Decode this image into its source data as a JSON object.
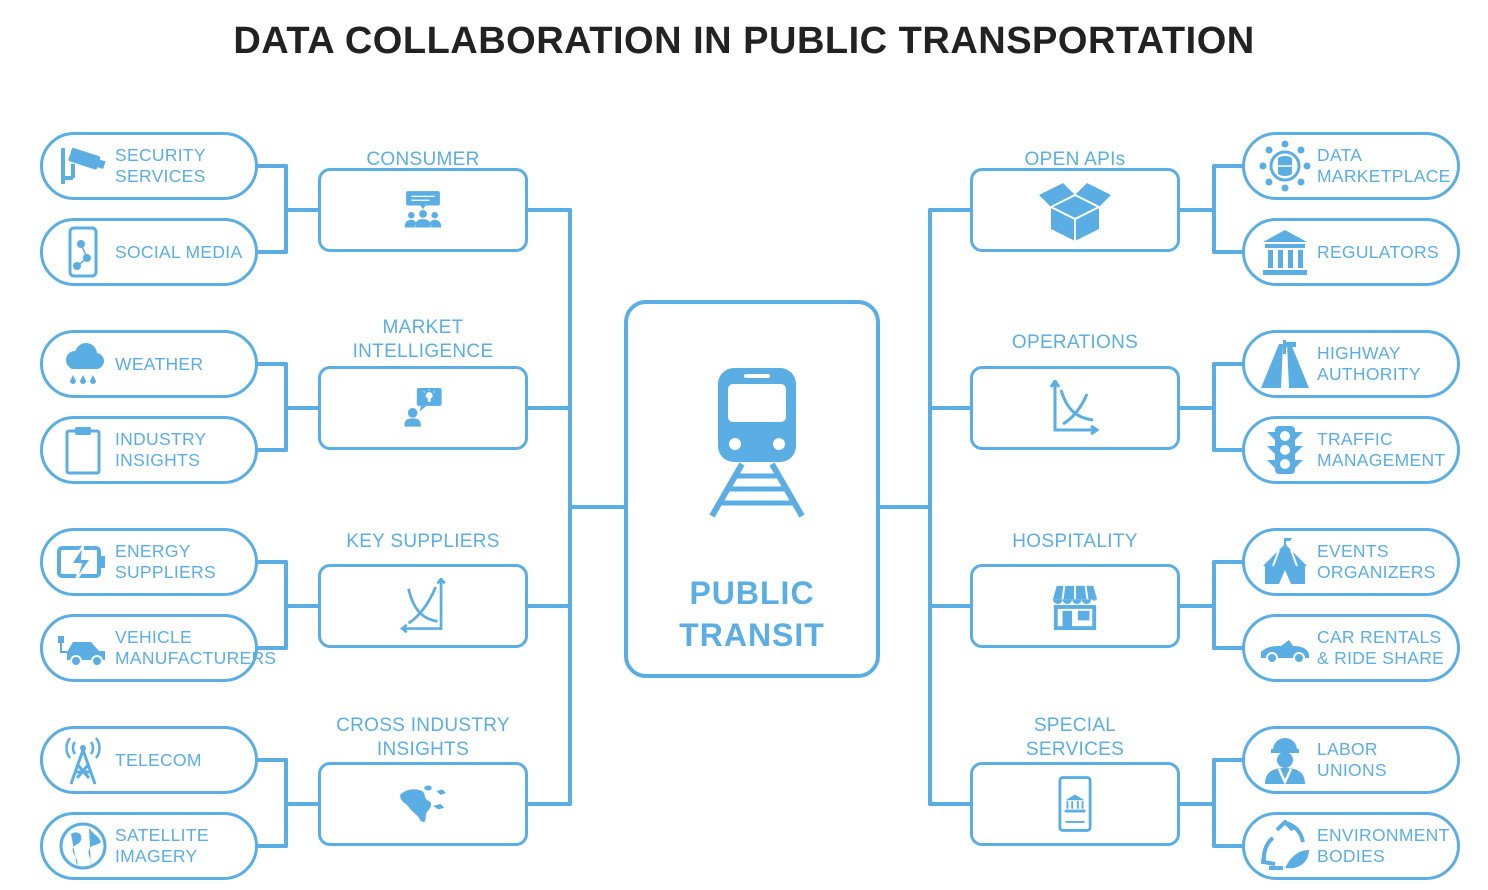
{
  "title": "DATA COLLABORATION IN PUBLIC TRANSPORTATION",
  "center": {
    "label": "PUBLIC\nTRANSIT",
    "icon": "train-icon"
  },
  "colors": {
    "accent": "#5aaee3",
    "title": "#222222"
  },
  "left": [
    {
      "label": "CONSUMER",
      "icon": "consumer-group-icon",
      "items": [
        {
          "label": "SECURITY\nSERVICES",
          "icon": "security-camera-icon"
        },
        {
          "label": "SOCIAL MEDIA",
          "icon": "social-phone-icon"
        }
      ]
    },
    {
      "label": "MARKET\nINTELLIGENCE",
      "icon": "idea-person-icon",
      "items": [
        {
          "label": "WEATHER",
          "icon": "rain-cloud-icon"
        },
        {
          "label": "INDUSTRY\nINSIGHTS",
          "icon": "clipboard-icon"
        }
      ]
    },
    {
      "label": "KEY SUPPLIERS",
      "icon": "supply-demand-chart-icon",
      "items": [
        {
          "label": "ENERGY\nSUPPLIERS",
          "icon": "battery-icon"
        },
        {
          "label": "VEHICLE\nMANUFACTURERS",
          "icon": "electric-car-icon"
        }
      ]
    },
    {
      "label": "CROSS INDUSTRY\nINSIGHTS",
      "icon": "world-map-icon",
      "items": [
        {
          "label": "TELECOM",
          "icon": "antenna-tower-icon"
        },
        {
          "label": "SATELLITE\nIMAGERY",
          "icon": "globe-icon"
        }
      ]
    }
  ],
  "right": [
    {
      "label": "OPEN APIs",
      "icon": "open-box-icon",
      "items": [
        {
          "label": "DATA\nMARKETPLACE",
          "icon": "database-network-icon"
        },
        {
          "label": "REGULATORS",
          "icon": "government-building-icon"
        }
      ]
    },
    {
      "label": "OPERATIONS",
      "icon": "operations-chart-icon",
      "items": [
        {
          "label": "HIGHWAY\nAUTHORITY",
          "icon": "highway-icon"
        },
        {
          "label": "TRAFFIC\nMANAGEMENT",
          "icon": "traffic-light-icon"
        }
      ]
    },
    {
      "label": "HOSPITALITY",
      "icon": "storefront-icon",
      "items": [
        {
          "label": "EVENTS\nORGANIZERS",
          "icon": "circus-tent-icon"
        },
        {
          "label": "CAR RENTALS\n& RIDE SHARE",
          "icon": "convertible-car-icon"
        }
      ]
    },
    {
      "label": "SPECIAL\nSERVICES",
      "icon": "mobile-bank-icon",
      "items": [
        {
          "label": "LABOR\nUNIONS",
          "icon": "worker-icon"
        },
        {
          "label": "ENVIRONMENT\nBODIES",
          "icon": "recycle-leaf-icon"
        }
      ]
    }
  ]
}
